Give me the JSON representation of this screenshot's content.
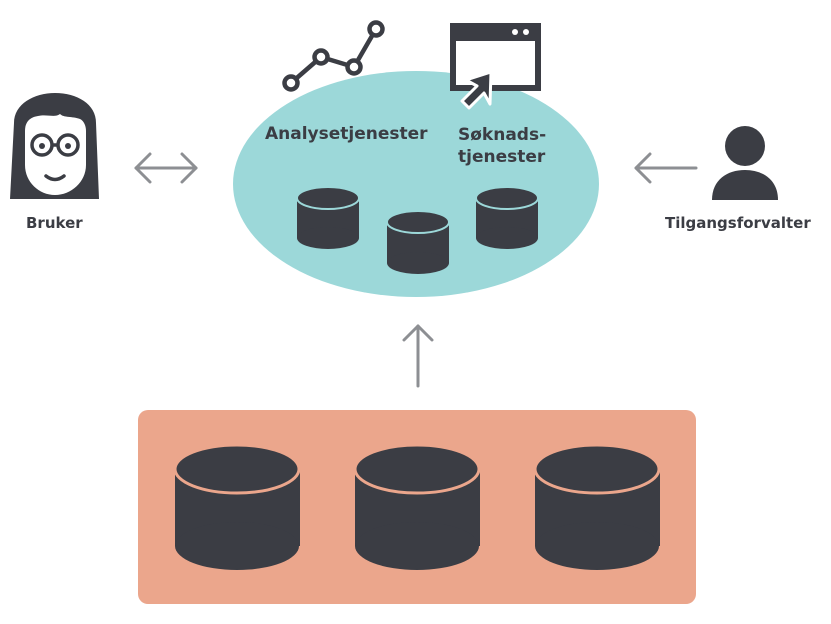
{
  "labels": {
    "bruker": "Bruker",
    "tilgangsforvalter": "Tilgangsforvalter",
    "analysetjenester": "Analysetjenester",
    "soknadstjenester_line1": "Søknads-",
    "soknadstjenester_line2": "tjenester"
  },
  "colors": {
    "ellipse": "#9cd8d9",
    "source_panel": "#eba68c",
    "dark": "#3b3d44",
    "arrow": "#8d8f93",
    "face": "#ffffff"
  },
  "icons": {
    "user": "woman-with-glasses-icon",
    "admin": "person-silhouette-icon",
    "analysis": "line-chart-icon",
    "application": "browser-cursor-icon",
    "database": "database-cylinder-icon"
  }
}
